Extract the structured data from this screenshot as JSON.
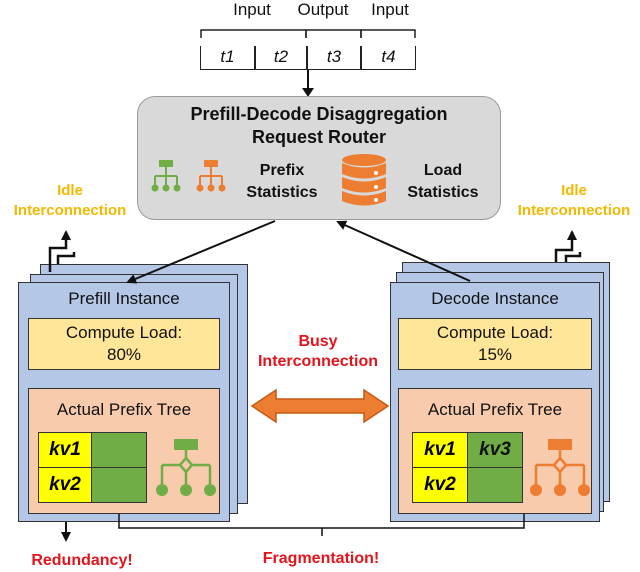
{
  "sequence": {
    "segment_labels": [
      "Input",
      "Output",
      "Input"
    ],
    "tokens": [
      "t1",
      "t2",
      "t3",
      "t4"
    ]
  },
  "router": {
    "title_line1": "Prefill-Decode Disaggregation",
    "title_line2": "Request Router",
    "prefix_line1": "Prefix",
    "prefix_line2": "Statistics",
    "load_line1": "Load",
    "load_line2": "Statistics"
  },
  "idle_left": {
    "line1": "Idle",
    "line2": "Interconnection"
  },
  "idle_right": {
    "line1": "Idle",
    "line2": "Interconnection"
  },
  "busy": {
    "line1": "Busy",
    "line2": "Interconnection"
  },
  "prefill": {
    "title": "Prefill Instance",
    "load_label": "Compute Load:",
    "load_value": "80%",
    "tree_title": "Actual Prefix Tree",
    "cells": [
      "kv1",
      "",
      "kv2",
      ""
    ]
  },
  "decode": {
    "title": "Decode Instance",
    "load_label": "Compute Load:",
    "load_value": "15%",
    "tree_title": "Actual Prefix Tree",
    "cells": [
      "kv1",
      "kv3",
      "kv2",
      ""
    ]
  },
  "redundancy": "Redundancy!",
  "fragmentation": "Fragmentation!",
  "colors": {
    "accent_orange": "#f4b183",
    "tree_green": "#70ad47",
    "tree_orange": "#ed7d31",
    "warn_red": "#e3141c",
    "idle_gold": "#f5b800",
    "instance_blue": "#b4c7e7"
  }
}
